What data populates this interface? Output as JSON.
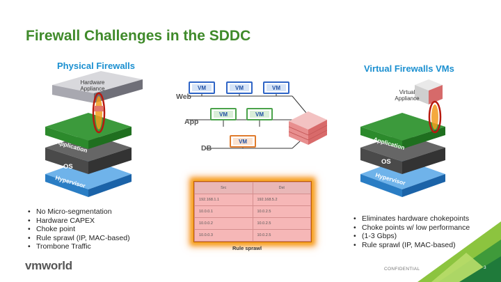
{
  "slide": {
    "title": "Firewall Challenges in the SDDC",
    "page_number": "3",
    "confidential": "CONFIDENTIAL"
  },
  "logo": {
    "text": "vmworld"
  },
  "left": {
    "heading": "Physical Firewalls",
    "appliance_label": "Hardware Appliance",
    "stack": [
      "Application",
      "OS",
      "Hypervisor"
    ],
    "bullets": [
      "No Micro-segmentation",
      "Hardware CAPEX",
      "Choke point",
      "Rule sprawl (IP, MAC-based)",
      "Trombone Traffic"
    ]
  },
  "right": {
    "heading": "Virtual Firewalls VMs",
    "appliance_label": "Virtual Appliance",
    "stack": [
      "Application",
      "OS",
      "Hypervisor"
    ],
    "bullets": [
      "Eliminates hardware chokepoints",
      "Choke points w/ low performance",
      "(1-3 Gbps)",
      "Rule sprawl (IP, MAC-based)"
    ]
  },
  "diagram": {
    "tiers": [
      "Web",
      "App",
      "DB"
    ],
    "vm_label": "VM"
  },
  "rules_table": {
    "headers": [
      "Src",
      "Dst"
    ],
    "rows": [
      [
        "192.168.1.1",
        "192.168.5.2"
      ],
      [
        "10.0.0.1",
        "10.0.2.5"
      ],
      [
        "10.0.0.2",
        "10.0.2.5"
      ],
      [
        "10.0.0.3",
        "10.0.2.5"
      ]
    ],
    "caption": "Rule sprawl"
  },
  "colors": {
    "title_green": "#3f8a2a",
    "heading_blue": "#1a8fd0",
    "accent_green": "#8cc43f"
  }
}
